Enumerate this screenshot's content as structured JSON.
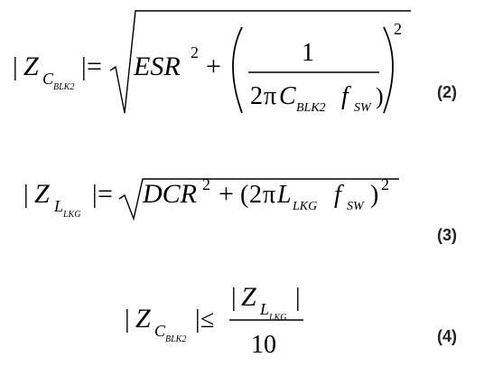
{
  "equations": [
    {
      "number": "(2)",
      "lhs": {
        "Z": "Z",
        "C": "C",
        "sub": "BLK2"
      },
      "rhs": {
        "esr": "ESR",
        "exp": "2",
        "one": "1",
        "two": "2",
        "pi": "π",
        "C": "C",
        "blk": "BLK2",
        "f": "f",
        "sw": "SW",
        "outer_exp": "2"
      }
    },
    {
      "number": "(3)",
      "lhs": {
        "Z": "Z",
        "L": "L",
        "sub": "LKG"
      },
      "rhs": {
        "dcr": "DCR",
        "exp": "2",
        "two": "2",
        "pi": "π",
        "L": "L",
        "lkg": "LKG",
        "f": "f",
        "sw": "SW",
        "outer_exp": "2"
      }
    },
    {
      "number": "(4)",
      "lhs": {
        "Z": "Z",
        "C": "C",
        "sub": "BLK2"
      },
      "rhs": {
        "Z": "Z",
        "L": "L",
        "sub": "LKG",
        "den": "10"
      }
    }
  ],
  "symbols": {
    "equals": "=",
    "plus": "+",
    "leq": "≤",
    "bar": "|"
  }
}
